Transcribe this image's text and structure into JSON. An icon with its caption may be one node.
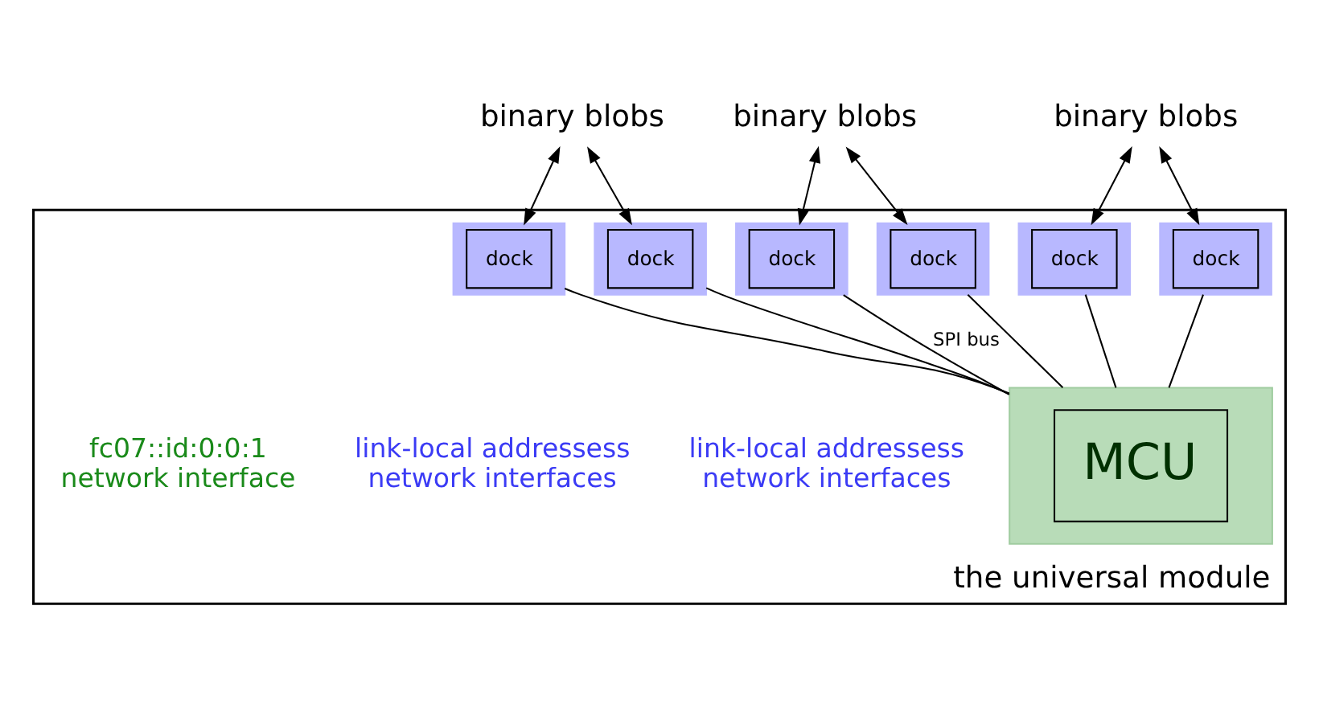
{
  "diagram": {
    "nodes": [
      {
        "text": [
          "binary blobs"
        ]
      },
      {
        "text": [
          "binary blobs"
        ]
      },
      {
        "text": [
          "binary blobs"
        ]
      },
      {
        "text": [
          "the universal module"
        ]
      },
      {
        "text": [
          "dock"
        ],
        "in": 3
      },
      {
        "text": [
          "dock"
        ],
        "in": 3
      },
      {
        "text": [
          "dock"
        ],
        "in": 3
      },
      {
        "text": [
          "dock"
        ],
        "in": 3
      },
      {
        "text": [
          "dock"
        ],
        "in": 3
      },
      {
        "text": [
          "dock"
        ],
        "in": 3
      },
      {
        "text": [
          "MCU"
        ],
        "in": 3
      }
    ],
    "edges": [
      {
        "from": 0,
        "to": 4,
        "arrow": "both"
      },
      {
        "from": 0,
        "to": 5,
        "arrow": "both"
      },
      {
        "from": 1,
        "to": 6,
        "arrow": "both"
      },
      {
        "from": 1,
        "to": 7,
        "arrow": "both"
      },
      {
        "from": 2,
        "to": 8,
        "arrow": "both"
      },
      {
        "from": 2,
        "to": 9,
        "arrow": "both"
      },
      {
        "from": 4,
        "to": 10,
        "arrow": "none"
      },
      {
        "from": 5,
        "to": 10,
        "arrow": "none"
      },
      {
        "from": 6,
        "to": 10,
        "arrow": "none",
        "label": "SPI bus"
      },
      {
        "from": 7,
        "to": 10,
        "arrow": "none"
      },
      {
        "from": 8,
        "to": 10,
        "arrow": "none"
      },
      {
        "from": 9,
        "to": 10,
        "arrow": "none"
      }
    ],
    "labels": [
      "link-local addressess network interfaces",
      "link-local addressess network interfaces",
      "fc07::id:0:0:1 network interface"
    ]
  }
}
